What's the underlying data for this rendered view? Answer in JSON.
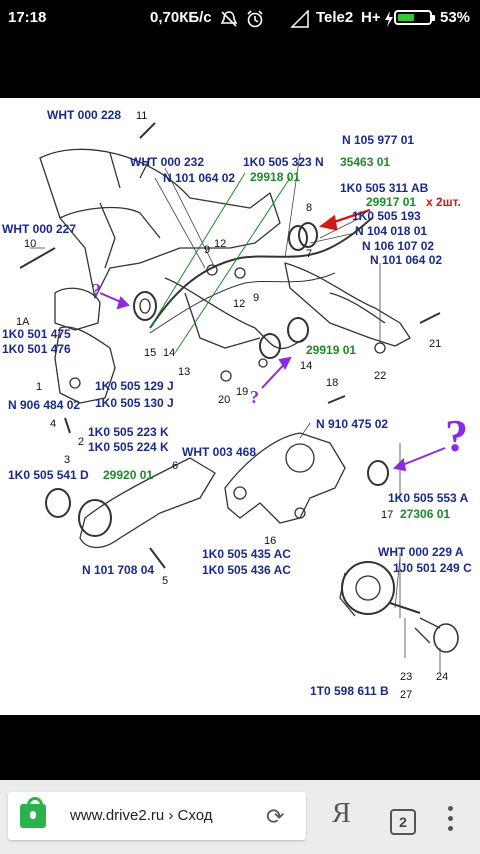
{
  "status_bar": {
    "time": "17:18",
    "net_speed": "0,70КБ/с",
    "carrier": "Tele2",
    "network": "H+",
    "battery": "53%",
    "battery_level": 0.53,
    "icons": [
      "alarm-off-icon",
      "clock-icon",
      "signal-icon",
      "charging-icon",
      "battery-icon"
    ]
  },
  "diagram": {
    "labels": {
      "wht000228": "WHT 000 228",
      "n11": "11",
      "wht000232": "WHT 000 232",
      "n101064a": "N 101 064 02",
      "n105977": "N 105 977 01",
      "p1k0505323": "1K0 505 323 N",
      "g35463": "35463 01",
      "g29918": "29918 01",
      "p1k0505311": "1K0 505 311 AB",
      "g29917": "29917 01",
      "x2": "x 2шт.",
      "p1k0505193": "1K0 505 193",
      "n104018": "N 104 018 01",
      "n106107": "N 106 107 02",
      "n101064b": "N 101 064 02",
      "wht000227": "WHT 000 227",
      "n10": "10",
      "n9": "9",
      "n12a": "12",
      "n8": "8",
      "n7": "7",
      "n12b": "12",
      "n9b": "9",
      "n1a": "1A",
      "p1k0501475": "1K0 501 475",
      "p1k0501476": "1K0 501 476",
      "n15": "15",
      "n14a": "14",
      "n13": "13",
      "n21": "21",
      "g29919": "29919 01",
      "n14b": "14",
      "n22": "22",
      "n1": "1",
      "p1k0505129": "1K0 505 129 J",
      "p1k0505130": "1K0 505 130 J",
      "n906484": "N 906 484 02",
      "n4": "4",
      "n20": "20",
      "n19": "19",
      "n18": "18",
      "n910475": "N 910 475 02",
      "n2": "2",
      "p1k0505223": "1K0 505 223 K",
      "p1k0505224": "1K0 505 224 K",
      "wht003468": "WHT 003 468",
      "n6": "6",
      "n3": "3",
      "p1k0505541": "1K0 505 541 D",
      "g29920": "29920 01",
      "p1k0505553": "1K0 505 553 A",
      "n17": "17",
      "g27306": "27306 01",
      "n16": "16",
      "n101708": "N 101 708 04",
      "n5": "5",
      "p1k0505435": "1K0 505 435 AC",
      "p1k0505436": "1K0 505 436 AC",
      "wht000229": "WHT 000 229 A",
      "p1j0501249": "1J0 501 249 C",
      "n23": "23",
      "n24": "24",
      "n27": "27",
      "p1t0598611": "1T0 598 611 B"
    },
    "question_mark": "?",
    "colors": {
      "part_number": "#1b2a8a",
      "new_part": "#1e8a2a",
      "note": "#d21818",
      "marker": "#8a2be2"
    }
  },
  "browser": {
    "url": "www.drive2.ru › Сход",
    "tab_count": "2",
    "yandex_button": "Я",
    "reload_icon": "reload-icon",
    "menu_icon": "overflow-menu-icon"
  }
}
